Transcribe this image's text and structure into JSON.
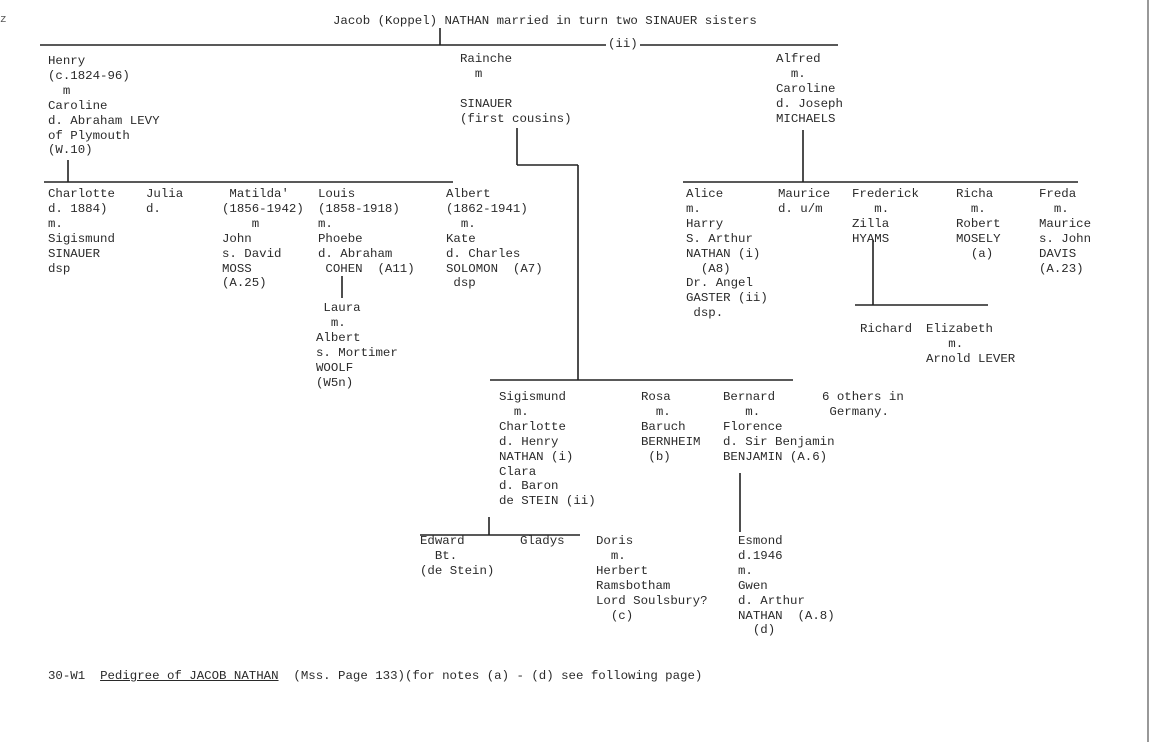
{
  "edge_mark": "z",
  "title": "Jacob (Koppel) NATHAN married in turn two SINAUER sisters",
  "marriage_marker": "(ii)",
  "blocks": {
    "henry": [
      "Henry",
      "(c.1824-96)",
      "  m",
      "Caroline",
      "d. Abraham LEVY",
      "of Plymouth",
      "(W.10)"
    ],
    "rainche": [
      "Rainche",
      "  m",
      "",
      "SINAUER",
      "(first cousins)"
    ],
    "alfred": [
      "Alfred",
      "  m.",
      "Caroline",
      "d. Joseph",
      "MICHAELS"
    ],
    "charlotte": [
      "Charlotte",
      "d. 1884)",
      "m.",
      "Sigismund",
      "SINAUER",
      "dsp"
    ],
    "julia": [
      "Julia",
      "d."
    ],
    "matilda": [
      " Matilda'",
      "(1856-1942)",
      "    m",
      "John",
      "s. David",
      "MOSS",
      "(A.25)"
    ],
    "louis": [
      "Louis",
      "(1858-1918)",
      "m.",
      "Phoebe",
      "d. Abraham",
      " COHEN  (A11)"
    ],
    "albert": [
      "Albert",
      "(1862-1941)",
      "  m.",
      "Kate",
      "d. Charles",
      "SOLOMON  (A7)",
      " dsp"
    ],
    "laura": [
      " Laura",
      "  m.",
      "Albert",
      "s. Mortimer",
      "WOOLF",
      "(W5n)"
    ],
    "alice": [
      "Alice",
      "m.",
      "Harry",
      "S. Arthur",
      "NATHAN (i)",
      "  (A8)",
      "Dr. Angel",
      "GASTER (ii)",
      " dsp."
    ],
    "maurice": [
      "Maurice",
      "d. u/m"
    ],
    "frederick": [
      "Frederick",
      "   m.",
      "Zilla",
      "HYAMS"
    ],
    "richa": [
      "Richa",
      "  m.",
      "Robert",
      "MOSELY",
      "  (a)"
    ],
    "freda": [
      "Freda",
      "  m.",
      "Maurice",
      "s. John",
      "DAVIS",
      "(A.23)"
    ],
    "richard": [
      "Richard"
    ],
    "elizabeth": [
      "Elizabeth",
      "   m.",
      "Arnold LEVER"
    ],
    "sigismund": [
      "Sigismund",
      "  m.",
      "Charlotte",
      "d. Henry",
      "NATHAN (i)",
      "Clara",
      "d. Baron",
      "de STEIN (ii)"
    ],
    "rosa": [
      "Rosa",
      "  m.",
      "Baruch",
      "BERNHEIM",
      " (b)"
    ],
    "bernard": [
      "Bernard",
      "   m.",
      "Florence",
      "d. Sir Benjamin",
      "BENJAMIN (A.6)"
    ],
    "others": [
      "6 others in",
      " Germany."
    ],
    "edward": [
      "Edward",
      "  Bt.",
      "(de Stein)"
    ],
    "gladys": [
      "Gladys"
    ],
    "doris": [
      "Doris",
      "  m.",
      "Herbert",
      "Ramsbotham",
      "Lord Soulsbury?",
      "  (c)"
    ],
    "esmond": [
      "Esmond",
      "d.1946",
      "m.",
      "Gwen",
      "d. Arthur",
      "NATHAN  (A.8)",
      "  (d)"
    ]
  },
  "footer": {
    "ref": "30-W1",
    "title": "Pedigree of JACOB NATHAN",
    "note": "(Mss. Page 133)(for notes (a) - (d) see following page)"
  }
}
